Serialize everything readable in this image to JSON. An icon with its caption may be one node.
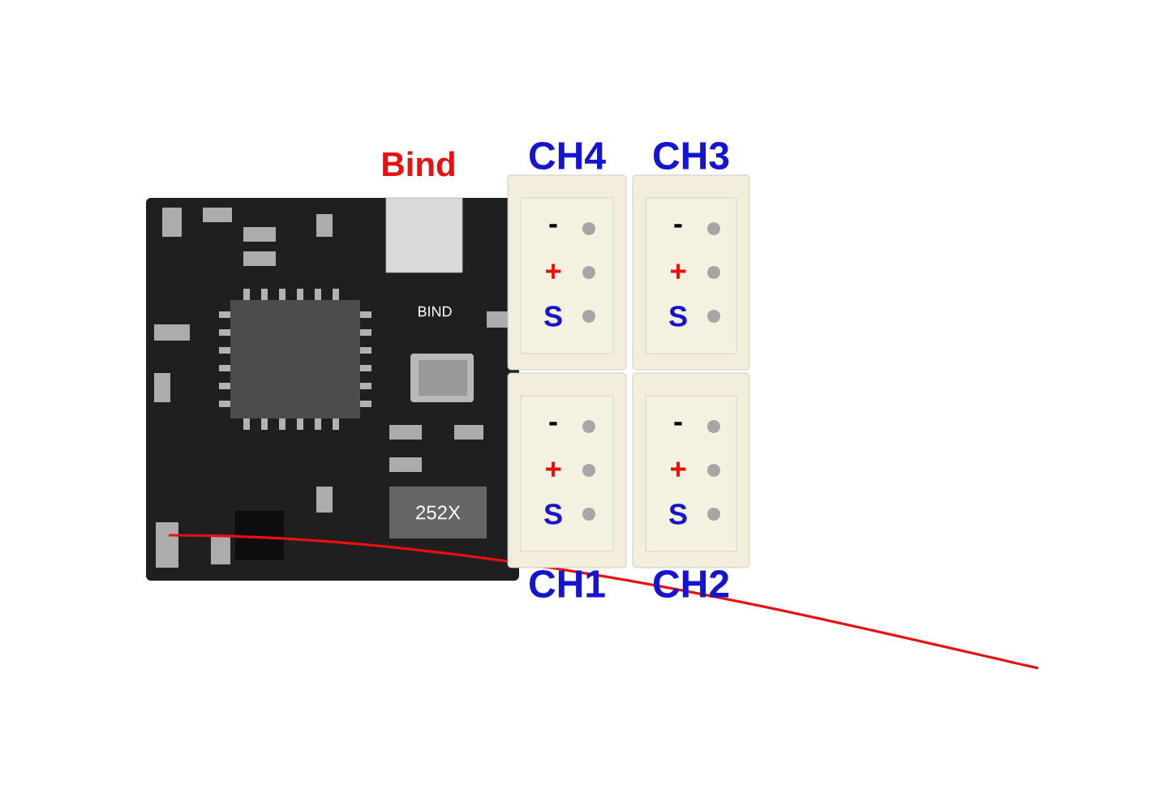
{
  "diagram": {
    "nodes": [
      {
        "text": [
          "Bind",
          "BIND"
        ]
      },
      {
        "text": [
          "CH4",
          "-",
          "+",
          "S"
        ]
      },
      {
        "text": [
          "CH3",
          "-",
          "+",
          "S"
        ]
      },
      {
        "text": [
          "-",
          "+",
          "S",
          "CH1"
        ]
      },
      {
        "text": [
          "-",
          "+",
          "S",
          "CH2"
        ]
      }
    ],
    "labels": [
      "252X"
    ]
  }
}
